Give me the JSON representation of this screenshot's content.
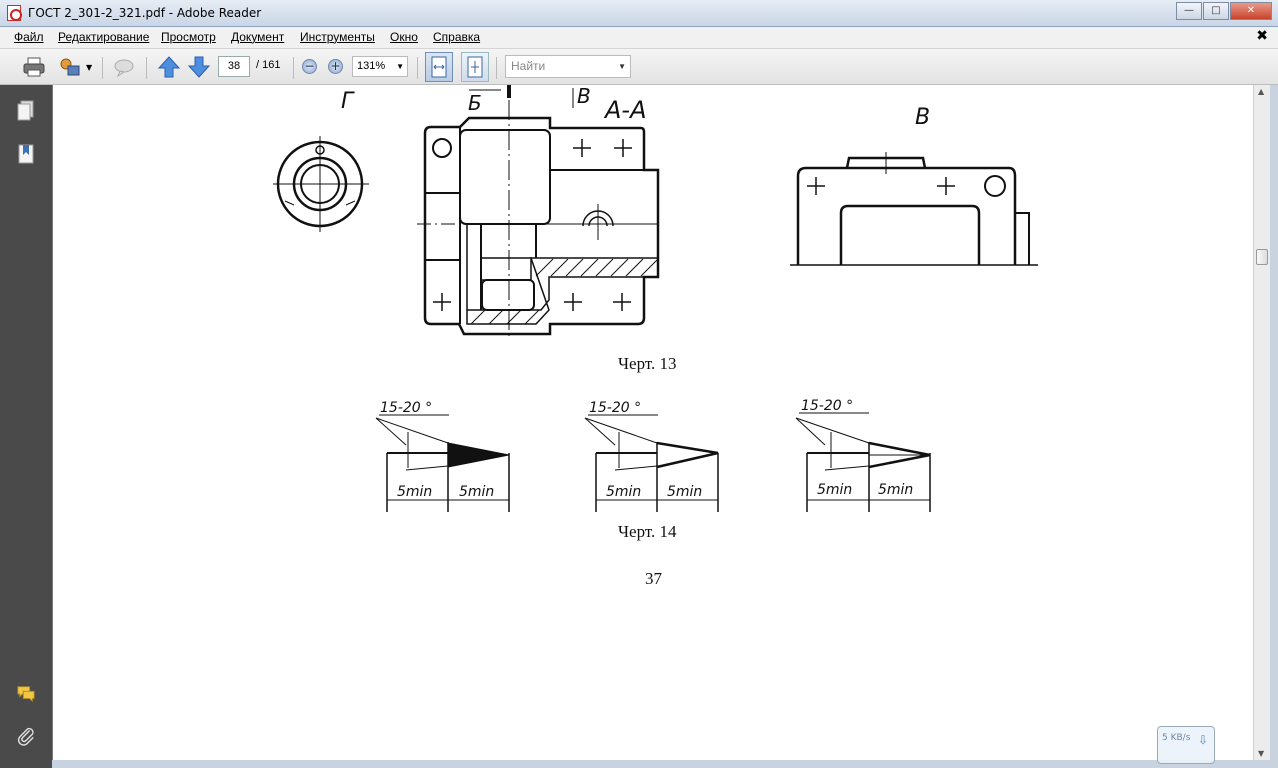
{
  "window": {
    "title": "ГОСТ 2_301-2_321.pdf - Adobe Reader"
  },
  "menu": {
    "items": [
      "Файл",
      "Редактирование",
      "Просмотр",
      "Документ",
      "Инструменты",
      "Окно",
      "Справка"
    ]
  },
  "toolbar": {
    "page_current": "38",
    "page_total": "/ 161",
    "zoom": "131%",
    "find_placeholder": "Найти"
  },
  "document": {
    "labels": {
      "view_g": "Г",
      "view_b": "Б",
      "arrow_v": "В",
      "section_aa": "А-А",
      "view_v": "В",
      "angle": "15-20 °",
      "dim_5min": "5min"
    },
    "caption_13": "Черт. 13",
    "caption_14": "Черт. 14",
    "page_number": "37"
  },
  "status": {
    "speed": "5 KB/s"
  }
}
